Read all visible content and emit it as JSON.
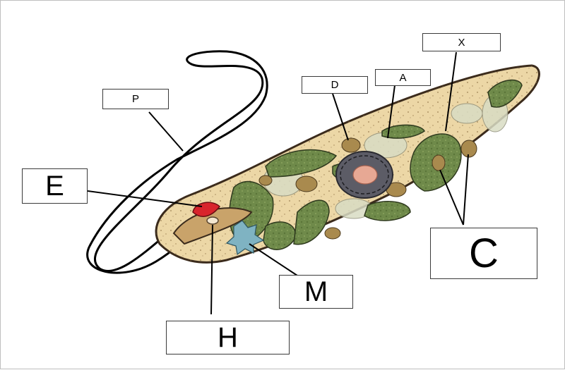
{
  "labels": {
    "P": "P",
    "D": "D",
    "A": "A",
    "X": "X",
    "E": "E",
    "C": "C",
    "M": "M",
    "H": "H"
  },
  "colors": {
    "cell_fill": "#ecd7a6",
    "cell_outline": "#3b2b1c",
    "chloroplast": "#6f8a4a",
    "nucleus_outer": "#5c5c66",
    "nucleolus": "#e7a894",
    "eyespot": "#d8242c",
    "contractile_vacuole": "#7fb3c2",
    "flagellum": "#000000"
  }
}
